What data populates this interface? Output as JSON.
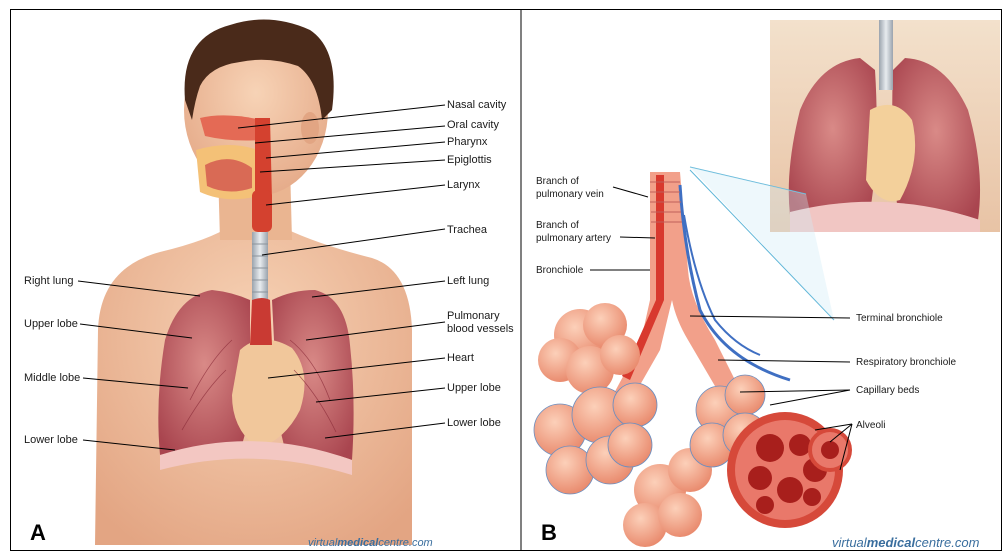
{
  "panels": {
    "a": {
      "letter": "A",
      "credit": {
        "pre": "virtual",
        "brand": "medical",
        "post": "centre.com"
      },
      "labels": {
        "nasal_cavity": "Nasal cavity",
        "oral_cavity": "Oral cavity",
        "pharynx": "Pharynx",
        "epiglottis": "Epiglottis",
        "larynx": "Larynx",
        "trachea": "Trachea",
        "left_lung": "Left lung",
        "pulmonary_vessels": "Pulmonary blood vessels",
        "heart": "Heart",
        "upper_lobe_right": "Upper lobe",
        "lower_lobe_right": "Lower lobe",
        "right_lung": "Right lung",
        "upper_lobe_left": "Upper lobe",
        "middle_lobe": "Middle lobe",
        "lower_lobe_left": "Lower lobe"
      }
    },
    "b": {
      "letter": "B",
      "credit": {
        "pre": "virtual",
        "brand": "medical",
        "post": "centre.com"
      },
      "labels": {
        "branch_vein": "Branch of pulmonary vein",
        "branch_artery": "Branch of pulmonary artery",
        "bronchiole": "Bronchiole",
        "terminal_bronchiole": "Terminal bronchiole",
        "respiratory_bronchiole": "Respiratory bronchiole",
        "capillary_beds": "Capillary beds",
        "alveoli": "Alveoli"
      }
    }
  },
  "colors": {
    "skin": "#f2c3a0",
    "lung": "#c9666b",
    "airway": "#d8442f",
    "trachea": "#c8cfd6",
    "vein_blue": "#3f6fc2",
    "alveoli": "#f1a283",
    "credit": "#3a6e9e"
  }
}
